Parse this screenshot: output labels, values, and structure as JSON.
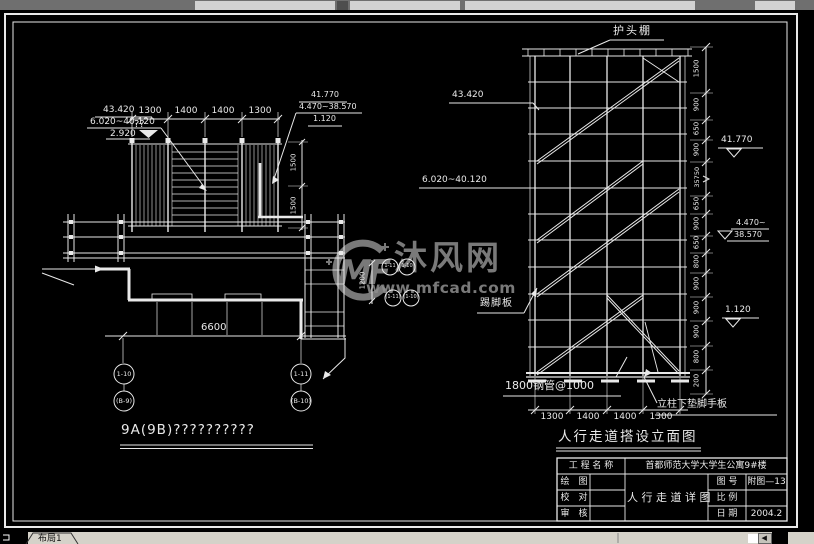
{
  "watermark": {
    "logo_text": "MF",
    "brand": "沐风网",
    "url": "www.mfcad.com",
    "color": "#8f8f8f"
  },
  "left_view": {
    "levels_top": {
      "l1": "43.420",
      "l2": "6.020~40.120",
      "l3": "2.920"
    },
    "note": "??",
    "dims_top": [
      "1300",
      "1400",
      "1400",
      "1300"
    ],
    "levels_right": {
      "l1": "41.770",
      "l2": "4.470~38.570",
      "l3": "1.120"
    },
    "dims_side": [
      "1500",
      "1500"
    ],
    "dim_1200": "1200",
    "dim_6600": "6600",
    "bubbles": {
      "left_top": "1-10",
      "left_bottom": "(B-9)",
      "right_top": "1-11",
      "right_bottom": "(B-10)"
    },
    "caption": "9A(9B)??????????"
  },
  "mid_bubbles": {
    "tl": "1-11",
    "tr": "1-10",
    "bl": "(1-11)",
    "br": "(1-10)"
  },
  "right_view": {
    "canopy_label": "护头棚",
    "level_left_top": "43.420",
    "level_left_mid": "6.020~40.120",
    "toe_board": "踢脚板",
    "pipe_note": "1800钢管@1000",
    "pad_note": "立柱下垫脚手板",
    "dims_bottom": [
      "1300",
      "1400",
      "1400",
      "1300"
    ],
    "dim_chain": [
      "1500",
      "900",
      "650",
      "900",
      "35750",
      "650",
      "900",
      "650",
      "800",
      "900",
      "900",
      "900",
      "800",
      "200"
    ],
    "level_41": "41.770",
    "level_4470": "4.470~",
    "level_38570": "38.570",
    "level_1120": "1.120",
    "title": "人行走道搭设立面图"
  },
  "title_block": {
    "project_label": "工 程 名 称",
    "project_value": "首都师范大学大学生公寓9#楼",
    "row_draw": "绘　图",
    "row_check": "校　对",
    "row_review": "审　核",
    "drawing_title": "人 行 走 道 详 图",
    "fig_label": "图 号",
    "fig_value": "附图—13",
    "scale_label": "比 例",
    "scale_value": "",
    "date_label": "日 期",
    "date_value": "2004.2"
  },
  "statusbar": {
    "layout_tab": "布局1",
    "scroll_left_icon": "◀"
  }
}
